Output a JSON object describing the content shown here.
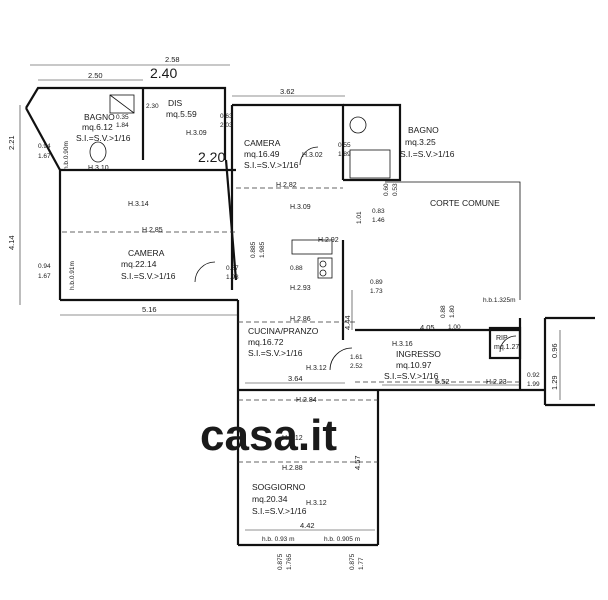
{
  "watermark": "casa.it",
  "handwritten": {
    "top": "2.40",
    "middle": "2.20",
    "small": "2.30"
  },
  "rooms": [
    {
      "name": "BAGNO",
      "area": "mq.6.12",
      "ratio": "S.I.=S.V.>1/16",
      "height": "H.3.10"
    },
    {
      "name": "DIS",
      "area": "mq.5.59",
      "height": "H.3.09"
    },
    {
      "name": "CAMERA",
      "area": "mq.16.49",
      "ratio": "S.I.=S.V.>1/16",
      "height": "H.3.02"
    },
    {
      "name": "BAGNO",
      "area": "mq.3.25",
      "ratio": "S.I.=S.V.>1/16"
    },
    {
      "name": "CAMERA",
      "area": "mq.22.14",
      "ratio": "S.I.=S.V.>1/16",
      "height": "H.3.14"
    },
    {
      "name": "CORTE COMUNE"
    },
    {
      "name": "CUCINA/PRANZO",
      "area": "mq.16.72",
      "ratio": "S.I.=S.V.>1/16",
      "height": "H.3.12"
    },
    {
      "name": "INGRESSO",
      "area": "mq.10.97",
      "ratio": "S.I.=S.V.>1/16",
      "height": "H.3.16"
    },
    {
      "name": "RIP",
      "area": "mq.1.27"
    },
    {
      "name": "SOGGIORNO",
      "area": "mq.20.34",
      "ratio": "S.I.=S.V.>1/16",
      "height": "H.3.12",
      "height_top": "H.3.12"
    }
  ],
  "heights": [
    "H.3.09",
    "H.2.82",
    "H.2.92",
    "H.2.85",
    "H.2.93",
    "H.2.86",
    "H.2.84",
    "H.2.88",
    "H.2.23"
  ],
  "dimensions": {
    "top_2_58": "2.58",
    "top_2_50": "2.50",
    "top_3_62": "3.62",
    "left_2_21": "2.21",
    "left_4_14": "4.14",
    "bottom_5_16": "5.16",
    "kitchen_3_64": "3.64",
    "ingresso_5_52": "5.52",
    "ingresso_4_05": "4.05",
    "soggiorno_4_42": "4.42",
    "v4_44": "4.44",
    "v4_57": "4.57",
    "r0_96": "0.96",
    "r1_29": "1.29"
  },
  "openings": {
    "w1": [
      "0.94",
      "1.67"
    ],
    "hb1": "h.b.0.90m",
    "w2": [
      "0.94",
      "1.67"
    ],
    "hb2": "h.b.0.91m",
    "d035": [
      "0.35",
      "1.84"
    ],
    "d063": [
      "0.63",
      "2.03"
    ],
    "d055": [
      "0.55",
      "1.89"
    ],
    "d060": [
      "0.60",
      "0.53"
    ],
    "d083": [
      "0.83",
      "1.46"
    ],
    "d101": "1.01",
    "d0885": [
      "0.885",
      "1.985"
    ],
    "d087": [
      "0.87",
      "1.98"
    ],
    "d088": "0.88",
    "d089": [
      "0.89",
      "1.73"
    ],
    "d088b": [
      "0.88",
      "1.80"
    ],
    "d100": "1.00",
    "hb1325": "h.b.1.325m",
    "d161": [
      "1.61",
      "2.52"
    ],
    "d092": [
      "0.92",
      "1.99"
    ],
    "hb093": "h.b. 0.93 m",
    "hb0905": "h.b. 0.905 m",
    "b0875": [
      "0.875",
      "1.765"
    ],
    "b0875b": [
      "0.875",
      "1.77"
    ]
  }
}
